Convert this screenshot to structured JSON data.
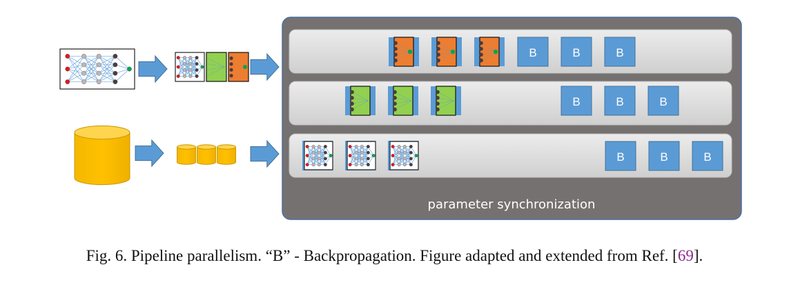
{
  "diagram": {
    "title": "",
    "sync_label": "parameter synchronization",
    "backprop_label": "B",
    "colors": {
      "server_bg": "#767171",
      "lane_bg": "#d9d9d9",
      "block_blue": "#5b9bd5",
      "arrow_blue": "#5b9bd5",
      "stage_orange": "#ed7d31",
      "stage_green": "#92d050",
      "data_gold": "#ffc000",
      "neuron_red": "#e8141b",
      "neuron_gray": "#bfb6b6",
      "neuron_dark": "#4d3b3b",
      "neuron_green": "#00a651"
    },
    "lanes": [
      {
        "name": "lane-orange-stage",
        "forward_kind": "orange",
        "forward_count": 3,
        "backprop_count": 3
      },
      {
        "name": "lane-green-stage",
        "forward_kind": "green",
        "forward_count": 3,
        "backprop_count": 3
      },
      {
        "name": "lane-full-network",
        "forward_kind": "net",
        "forward_count": 3,
        "backprop_count": 3
      }
    ]
  },
  "caption": {
    "prefix": "Fig. 6.  Pipeline parallelism. “B” - Backpropagation. Figure adapted and extended from Ref. [",
    "ref": "69",
    "suffix": "]."
  }
}
